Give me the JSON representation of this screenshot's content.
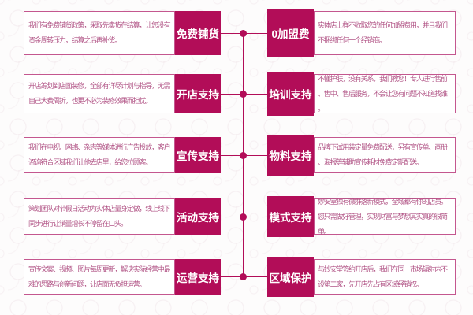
{
  "colors": {
    "accent": "#b20d58",
    "box_border": "#c4578f",
    "box_text": "#b25687",
    "pattern": "#c598ad"
  },
  "rows": [
    {
      "left": {
        "text": "我们有免费铺货政策，采取先卖货在结算，让您没有资金周转压力，结算之后再补货。",
        "badge": "免费铺货"
      },
      "right": {
        "badge": "0加盟费",
        "text": "实体店上样不收取您的任何加盟费用，并且我们不捆绑任何一个经销商。"
      }
    },
    {
      "left": {
        "text": "开店筹划到店面装修，全部有详尽计划与指导，无需自己大费周折，也更不必为装修效果而担忧。",
        "badge": "开店支持"
      },
      "right": {
        "badge": "培训支持",
        "text": "不懂护肤，没有关系，我们教您！专人进行售前、售中、售后服务，不会让您有问题不知道找谁。"
      }
    },
    {
      "left": {
        "text": "我们在电视、网络、杂志等媒体进行广告投放，客户咨询符合区域我们让他去店里，给您拉顾客。",
        "badge": "宣传支持"
      },
      "right": {
        "badge": "物料支持",
        "text": "品牌下试用装定量免费配送，另有宣传单、画册、海报等辅助宣传耗材免费定期配送。"
      }
    },
    {
      "left": {
        "text": "策划团队对节假日活动为实体店量身定做，线上线下同步进行让销量增长不停留在口头。",
        "badge": "活动支持"
      },
      "right": {
        "badge": "模式支持",
        "text": "妙安堂独有微群落新模式，全域都有你的店员。您只需做好管理，实现财富与梦想其实真的很简单。"
      }
    },
    {
      "left": {
        "text": "宣传文案、视频、图片每周更新，解决实际经营中最难的思路与创新问题，让店面无负担运营。",
        "badge": "运营支持"
      },
      "right": {
        "badge": "区域保护",
        "text": "与妙安堂签约开店后，我们在同一市场辐射内不设第二家，先开店先占有区域经销权。"
      }
    }
  ]
}
